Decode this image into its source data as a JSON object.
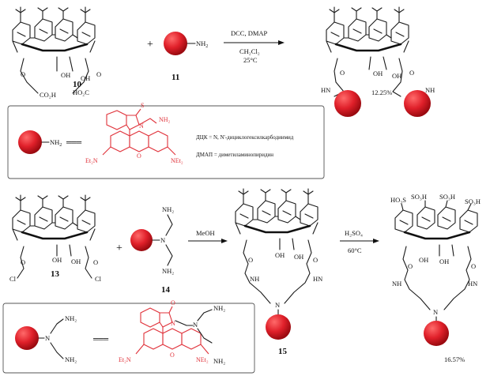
{
  "scheme1": {
    "compound_10": "10",
    "compound_11": "11",
    "plus": "+",
    "nh2_on_11": "NH",
    "nh2_on_11_sub": "2",
    "reagents_line1": "DCC, DMAP",
    "reagents_line2": "CH₂Cl₂",
    "reagents_line3": "25°C",
    "carboxyl_left": "CO₂H",
    "carboxyl_right": "HO₂C",
    "oh_left": "OH",
    "oh_right": "OH",
    "o_label": "O",
    "hn_left": "HN",
    "nh_right": "NH",
    "yield": "12.25%"
  },
  "legend1": {
    "nh2_label": "NH",
    "nh2_sub": "2",
    "equals": "═══",
    "thio_s": "S",
    "n_ring": "N",
    "nh2_rhod": "NH₂",
    "et2n": "Et₂N",
    "o_xanthene": "O",
    "net2": "NEt₂",
    "dcc_definition": "ДЦК = N, N'-дициклогексилкарбодиимид",
    "dmap_definition": "ДМАП = диметиламинопиридин"
  },
  "scheme2": {
    "compound_13": "13",
    "compound_14": "14",
    "compound_15": "15",
    "plus": "+",
    "cl_left": "Cl",
    "cl_right": "Cl",
    "nh2_top": "NH₂",
    "nh2_bottom": "NH₂",
    "n_center": "N",
    "solvent": "MeOH",
    "oh_left": "OH",
    "oh_right": "OH",
    "nh_left": "NH",
    "hn_right": "HN",
    "n_macro": "N",
    "reagent2_line1": "H₂SO₄",
    "reagent2_line2": "60°C",
    "so3h_1": "HO₃S",
    "so3h_2": "SO₃H",
    "so3h_3": "SO₃H",
    "so3h_4": "SO₃H",
    "yield": "16.57%"
  },
  "legend2": {
    "n_center": "N",
    "nh2_top": "NH₂",
    "nh2_bottom": "NH₂",
    "equals": "═══",
    "o_carbonyl": "O",
    "n_ring": "N",
    "n_amine": "N",
    "nh2_rhod_top": "NH₂",
    "nh2_rhod_bottom": "NH₂",
    "et2n": "Et₂N",
    "o_xanthene": "O",
    "net2": "NEt₂"
  },
  "colors": {
    "fluorophore_red": "#e0323a",
    "fluorophore_dark": "#b01018",
    "structure_black": "#111111"
  }
}
